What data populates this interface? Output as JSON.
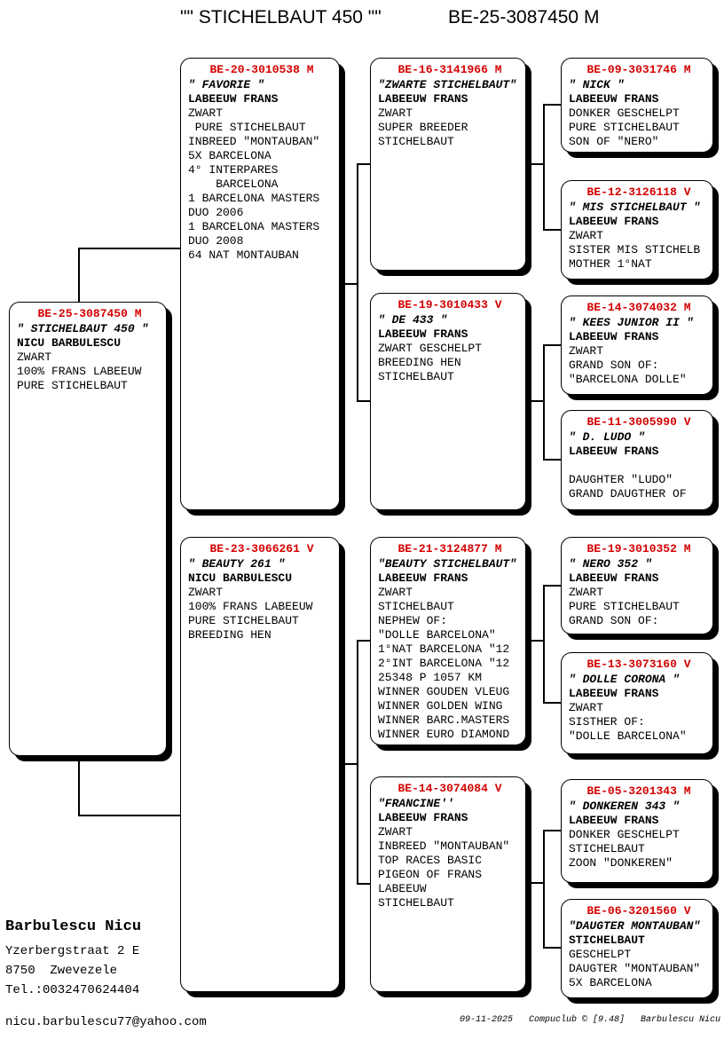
{
  "colors": {
    "ring_red": "#d40000",
    "line_black": "#000000"
  },
  "page": {
    "title_name": "\"\" STICHELBAUT 450 \"\"",
    "title_ring": "BE-25-3087450 M"
  },
  "pedigree": {
    "boxes": [
      {
        "id": "subject",
        "ring": "BE-25-3087450 M",
        "name": "\" STICHELBAUT 450 \"",
        "breeder": "NICU BARBULESCU",
        "lines": [
          "ZWART",
          "100% FRANS LABEEUW",
          "PURE STICHELBAUT"
        ]
      },
      {
        "id": "sire",
        "ring": "BE-20-3010538 M",
        "name": "\" FAVORIE \"",
        "breeder": "LABEEUW FRANS",
        "lines": [
          "ZWART",
          " PURE STICHELBAUT",
          "INBREED \"MONTAUBAN\"",
          "5X BARCELONA",
          "4° INTERPARES",
          "    BARCELONA",
          "1 BARCELONA MASTERS",
          "DUO 2006",
          "1 BARCELONA MASTERS",
          "DUO 2008",
          "64 NAT MONTAUBAN"
        ]
      },
      {
        "id": "dam",
        "ring": "BE-23-3066261 V",
        "name": "\" BEAUTY 261 \"",
        "breeder": "NICU BARBULESCU",
        "lines": [
          "ZWART",
          "100% FRANS LABEEUW",
          "PURE STICHELBAUT",
          "BREEDING HEN"
        ]
      },
      {
        "id": "sire-sire",
        "ring": "BE-16-3141966 M",
        "name": "\"ZWARTE STICHELBAUT\"",
        "breeder": "LABEEUW FRANS",
        "lines": [
          "ZWART",
          "SUPER BREEDER",
          "STICHELBAUT"
        ]
      },
      {
        "id": "sire-dam",
        "ring": "BE-19-3010433 V",
        "name": "\" DE 433 \"",
        "breeder": "LABEEUW FRANS",
        "lines": [
          "ZWART GESCHELPT",
          "BREEDING HEN",
          "STICHELBAUT"
        ]
      },
      {
        "id": "dam-sire",
        "ring": "BE-21-3124877 M",
        "name": "\"BEAUTY STICHELBAUT\"",
        "breeder": "LABEEUW FRANS",
        "lines": [
          "ZWART",
          "STICHELBAUT",
          "NEPHEW OF:",
          "\"DOLLE BARCELONA\"",
          "1°NAT BARCELONA \"12",
          "2°INT BARCELONA \"12",
          "25348 P 1057 KM",
          "WINNER GOUDEN VLEUG",
          "WINNER GOLDEN WING",
          "WINNER BARC.MASTERS",
          "WINNER EURO DIAMOND"
        ]
      },
      {
        "id": "dam-dam",
        "ring": "BE-14-3074084 V",
        "name": "\"FRANCINE''",
        "breeder": "LABEEUW FRANS",
        "lines": [
          "ZWART",
          "INBREED \"MONTAUBAN\"",
          "TOP RACES BASIC",
          "PIGEON OF FRANS",
          "LABEEUW",
          "STICHELBAUT"
        ]
      },
      {
        "id": "sire-sire-sire",
        "ring": "BE-09-3031746 M",
        "name": "\" NICK \"",
        "breeder": "LABEEUW FRANS",
        "lines": [
          "DONKER GESCHELPT",
          "PURE STICHELBAUT",
          "SON OF \"NERO\""
        ]
      },
      {
        "id": "sire-sire-dam",
        "ring": "BE-12-3126118 V",
        "name": "\" MIS STICHELBAUT \"",
        "breeder": "LABEEUW FRANS",
        "lines": [
          "ZWART",
          "SISTER MIS STICHELB",
          "MOTHER 1°NAT"
        ]
      },
      {
        "id": "sire-dam-sire",
        "ring": "BE-14-3074032 M",
        "name": "\" KEES JUNIOR II \"",
        "breeder": "LABEEUW FRANS",
        "lines": [
          "ZWART",
          "GRAND SON OF:",
          "\"BARCELONA DOLLE\""
        ]
      },
      {
        "id": "sire-dam-dam",
        "ring": "BE-11-3005990 V",
        "name": "\" D. LUDO \"",
        "breeder": "LABEEUW FRANS",
        "lines": [
          "",
          "DAUGHTER \"LUDO\"",
          "GRAND DAUGTHER OF"
        ]
      },
      {
        "id": "dam-sire-sire",
        "ring": "BE-19-3010352 M",
        "name": "\" NERO 352 \"",
        "breeder": "LABEEUW FRANS",
        "lines": [
          "ZWART",
          "PURE STICHELBAUT",
          "GRAND SON OF:"
        ]
      },
      {
        "id": "dam-sire-dam",
        "ring": "BE-13-3073160 V",
        "name": "\" DOLLE CORONA \"",
        "breeder": "LABEEUW FRANS",
        "lines": [
          "ZWART",
          "SISTHER OF:",
          "\"DOLLE BARCELONA\""
        ]
      },
      {
        "id": "dam-dam-sire",
        "ring": "BE-05-3201343 M",
        "name": "\" DONKEREN 343 \"",
        "breeder": "LABEEUW FRANS",
        "lines": [
          "DONKER GESCHELPT",
          "STICHELBAUT",
          "ZOON \"DONKEREN\""
        ]
      },
      {
        "id": "dam-dam-dam",
        "ring": "BE-06-3201560 V",
        "name": "\"DAUGTER MONTAUBAN\"",
        "breeder": "STICHELBAUT",
        "lines": [
          "GESCHELPT",
          "DAUGTER \"MONTAUBAN\"",
          "5X BARCELONA"
        ]
      }
    ]
  },
  "contact": {
    "name": "Barbulescu Nicu",
    "address1": "Yzerbergstraat 2 E",
    "address2": "8750  Zwevezele",
    "phone": "Tel.:0032470624404",
    "email": "nicu.barbulescu77@yahoo.com"
  },
  "footer": {
    "credit": "09-11-2025   Compuclub © [9.48]   Barbulescu Nicu"
  }
}
